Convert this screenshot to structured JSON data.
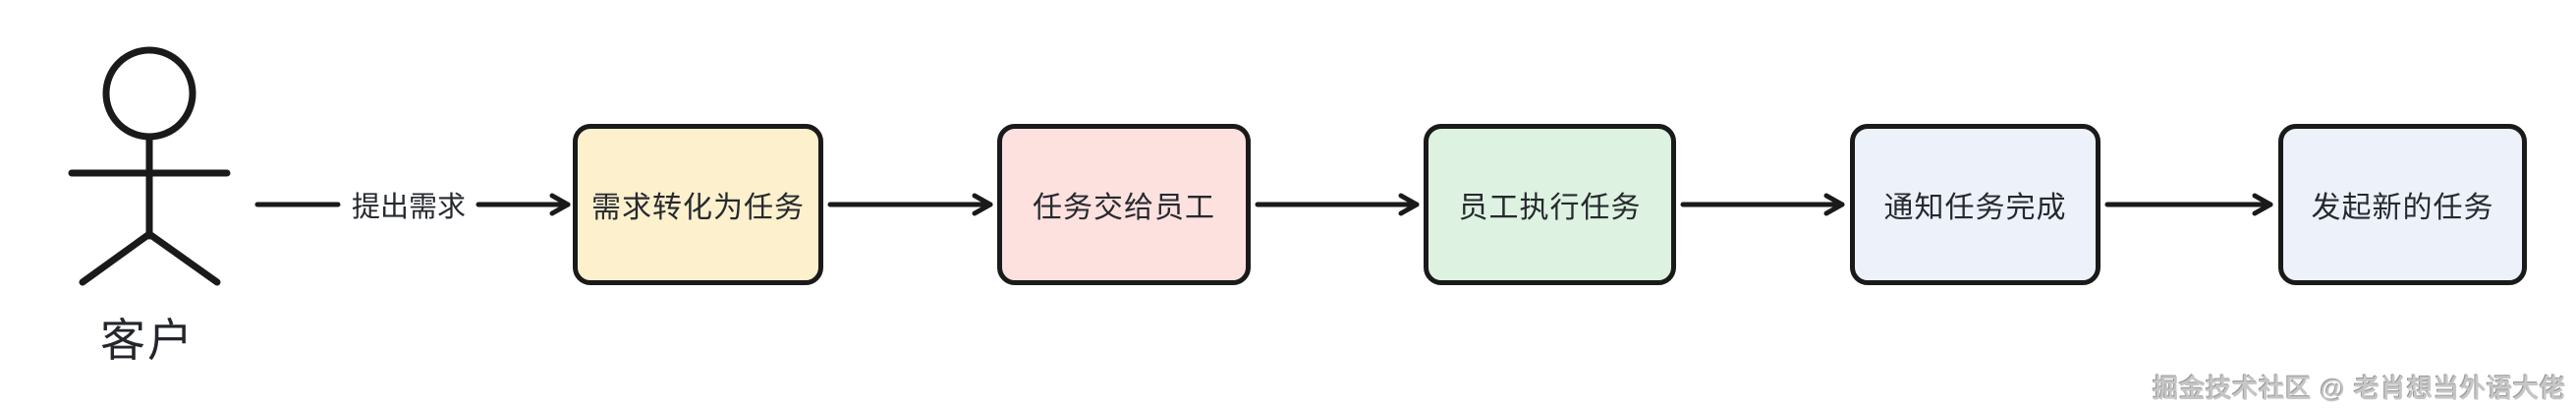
{
  "page": {
    "background": "#ffffff"
  },
  "actor": {
    "label": "客户"
  },
  "flow": {
    "stroke": "#1a1a1a",
    "edge_label": "提出需求",
    "boxes": [
      {
        "label": "需求转化为任务",
        "fill": "#fcf0cd"
      },
      {
        "label": "任务交给员工",
        "fill": "#fde1df"
      },
      {
        "label": "员工执行任务",
        "fill": "#ddf2e1"
      },
      {
        "label": "通知任务完成",
        "fill": "#edf1fa"
      },
      {
        "label": "发起新的任务",
        "fill": "#edf1fa"
      }
    ]
  },
  "watermark": {
    "text": "掘金技术社区 @ 老肖想当外语大佬"
  }
}
